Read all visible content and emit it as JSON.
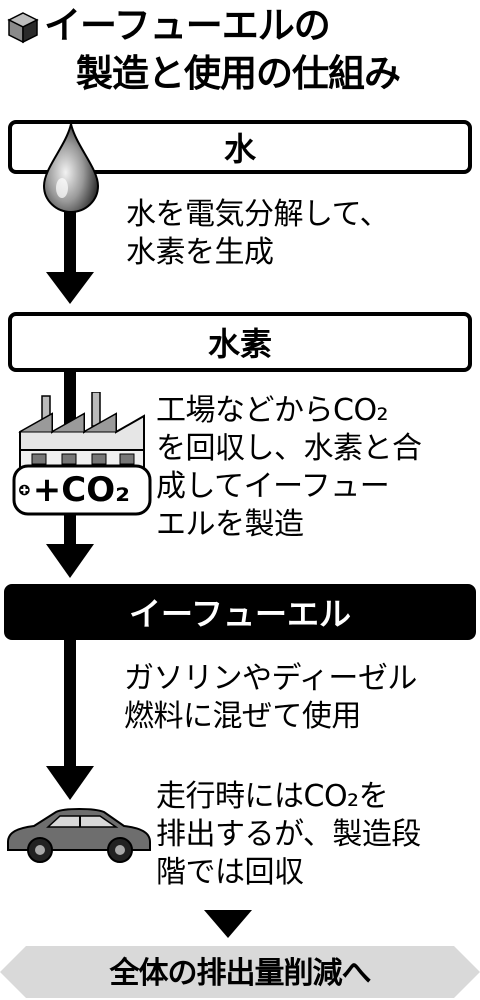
{
  "title": {
    "line1": "イーフューエルの",
    "line2": "製造と使用の仕組み"
  },
  "steps": {
    "water": "水",
    "electrolysis_line1": "水を電気分解して、",
    "electrolysis_line2": "水素を生成",
    "hydrogen": "水素",
    "synthesis_line1": "工場などからCO₂",
    "synthesis_line2": "を回収し、水素と合",
    "synthesis_line3": "成してイーフュー",
    "synthesis_line4": "エルを製造",
    "factory_badge": "+CO₂",
    "efuel": "イーフューエル",
    "use_line1": "ガソリンやディーゼル",
    "use_line2": "燃料に混ぜて使用",
    "car_line1": "走行時にはCO₂を",
    "car_line2": "排出するが、製造段",
    "car_line3": "階では回収"
  },
  "conclusion": "全体の排出量削減へ",
  "colors": {
    "black": "#000000",
    "banner_gray": "#d9d9d9",
    "car_gray": "#6e6e6e"
  },
  "icons": [
    "cube-icon",
    "water-drop-icon",
    "factory-icon",
    "car-icon"
  ]
}
